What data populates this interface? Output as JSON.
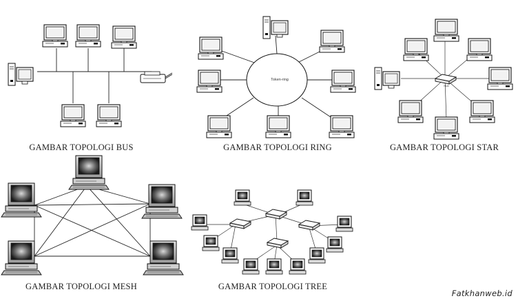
{
  "captions": {
    "bus": "GAMBAR TOPOLOGI BUS",
    "ring": "GAMBAR TOPOLOGI RING",
    "star": "GAMBAR TOPOLOGI STAR",
    "mesh": "GAMBAR TOPOLOGI MESH",
    "tree": "GAMBAR TOPOLOGI TREE"
  },
  "ring_label": "Token-ring",
  "star_hub_label": "Hub",
  "watermark": "Fatkhanweb.id",
  "icons": {
    "computer": "desktop-computer-icon",
    "tower": "tower-computer-icon",
    "printer": "printer-icon",
    "hub": "hub-icon",
    "workstation": "crt-workstation-icon"
  }
}
